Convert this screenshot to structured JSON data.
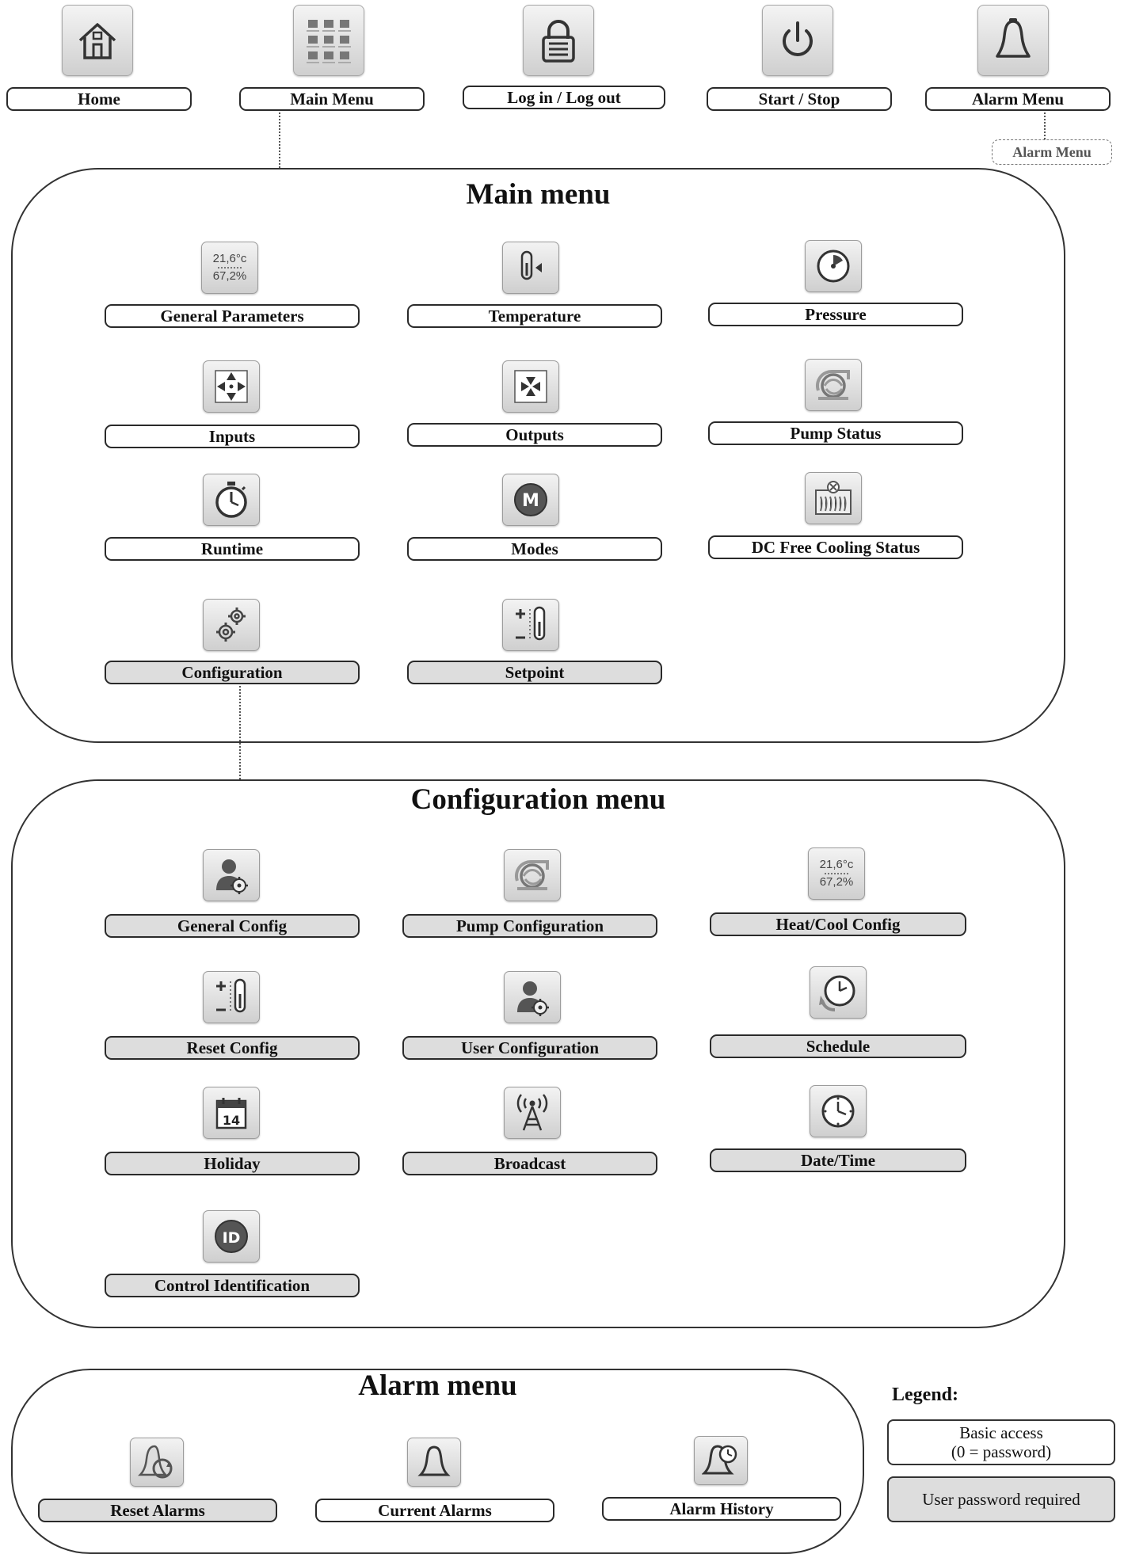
{
  "top_nav": {
    "home": "Home",
    "main_menu": "Main Menu",
    "login": "Log in / Log out",
    "start_stop": "Start / Stop",
    "alarm_menu": "Alarm Menu",
    "alarm_menu_link": "Alarm Menu"
  },
  "main_menu": {
    "title": "Main menu",
    "items": [
      {
        "label": "General Parameters",
        "icon": "temp-humidity-icon",
        "access": "basic"
      },
      {
        "label": "Temperature",
        "icon": "thermometer-icon",
        "access": "basic"
      },
      {
        "label": "Pressure",
        "icon": "gauge-icon",
        "access": "basic"
      },
      {
        "label": "Inputs",
        "icon": "inputs-icon",
        "access": "basic"
      },
      {
        "label": "Outputs",
        "icon": "outputs-icon",
        "access": "basic"
      },
      {
        "label": "Pump Status",
        "icon": "pump-icon",
        "access": "basic"
      },
      {
        "label": "Runtime",
        "icon": "stopwatch-icon",
        "access": "basic"
      },
      {
        "label": "Modes",
        "icon": "modes-icon",
        "access": "basic"
      },
      {
        "label": "DC Free Cooling Status",
        "icon": "free-cooling-icon",
        "access": "basic"
      },
      {
        "label": "Configuration",
        "icon": "gears-icon",
        "access": "password"
      },
      {
        "label": "Setpoint",
        "icon": "setpoint-icon",
        "access": "password"
      }
    ]
  },
  "config_menu": {
    "title": "Configuration menu",
    "items": [
      {
        "label": "General Config",
        "icon": "user-gear-icon",
        "access": "password"
      },
      {
        "label": "Pump Configuration",
        "icon": "pump-icon",
        "access": "password"
      },
      {
        "label": "Heat/Cool Config",
        "icon": "temp-humidity-icon",
        "access": "password"
      },
      {
        "label": "Reset Config",
        "icon": "setpoint-icon",
        "access": "password"
      },
      {
        "label": "User Configuration",
        "icon": "user-gear-icon",
        "access": "password"
      },
      {
        "label": "Schedule",
        "icon": "schedule-clock-icon",
        "access": "password"
      },
      {
        "label": "Holiday",
        "icon": "calendar-icon",
        "access": "password"
      },
      {
        "label": "Broadcast",
        "icon": "antenna-icon",
        "access": "password"
      },
      {
        "label": "Date/Time",
        "icon": "clock-icon",
        "access": "password"
      },
      {
        "label": "Control Identification",
        "icon": "id-icon",
        "access": "password"
      }
    ]
  },
  "alarm_menu": {
    "title": "Alarm menu",
    "items": [
      {
        "label": "Reset Alarms",
        "icon": "reset-alarm-icon",
        "access": "password"
      },
      {
        "label": "Current Alarms",
        "icon": "bell-icon",
        "access": "basic"
      },
      {
        "label": "Alarm History",
        "icon": "alarm-history-icon",
        "access": "basic"
      }
    ]
  },
  "icon_text": {
    "temp": "21,6°c",
    "humidity": "67,2%",
    "modes_letter": "M",
    "id_letters": "ID",
    "calendar_day": "14"
  },
  "legend": {
    "title": "Legend:",
    "basic_line1": "Basic access",
    "basic_line2": "(0 = password)",
    "password": "User password required"
  },
  "colors": {
    "basic_fill": "#ffffff",
    "password_fill": "#dddddd"
  }
}
